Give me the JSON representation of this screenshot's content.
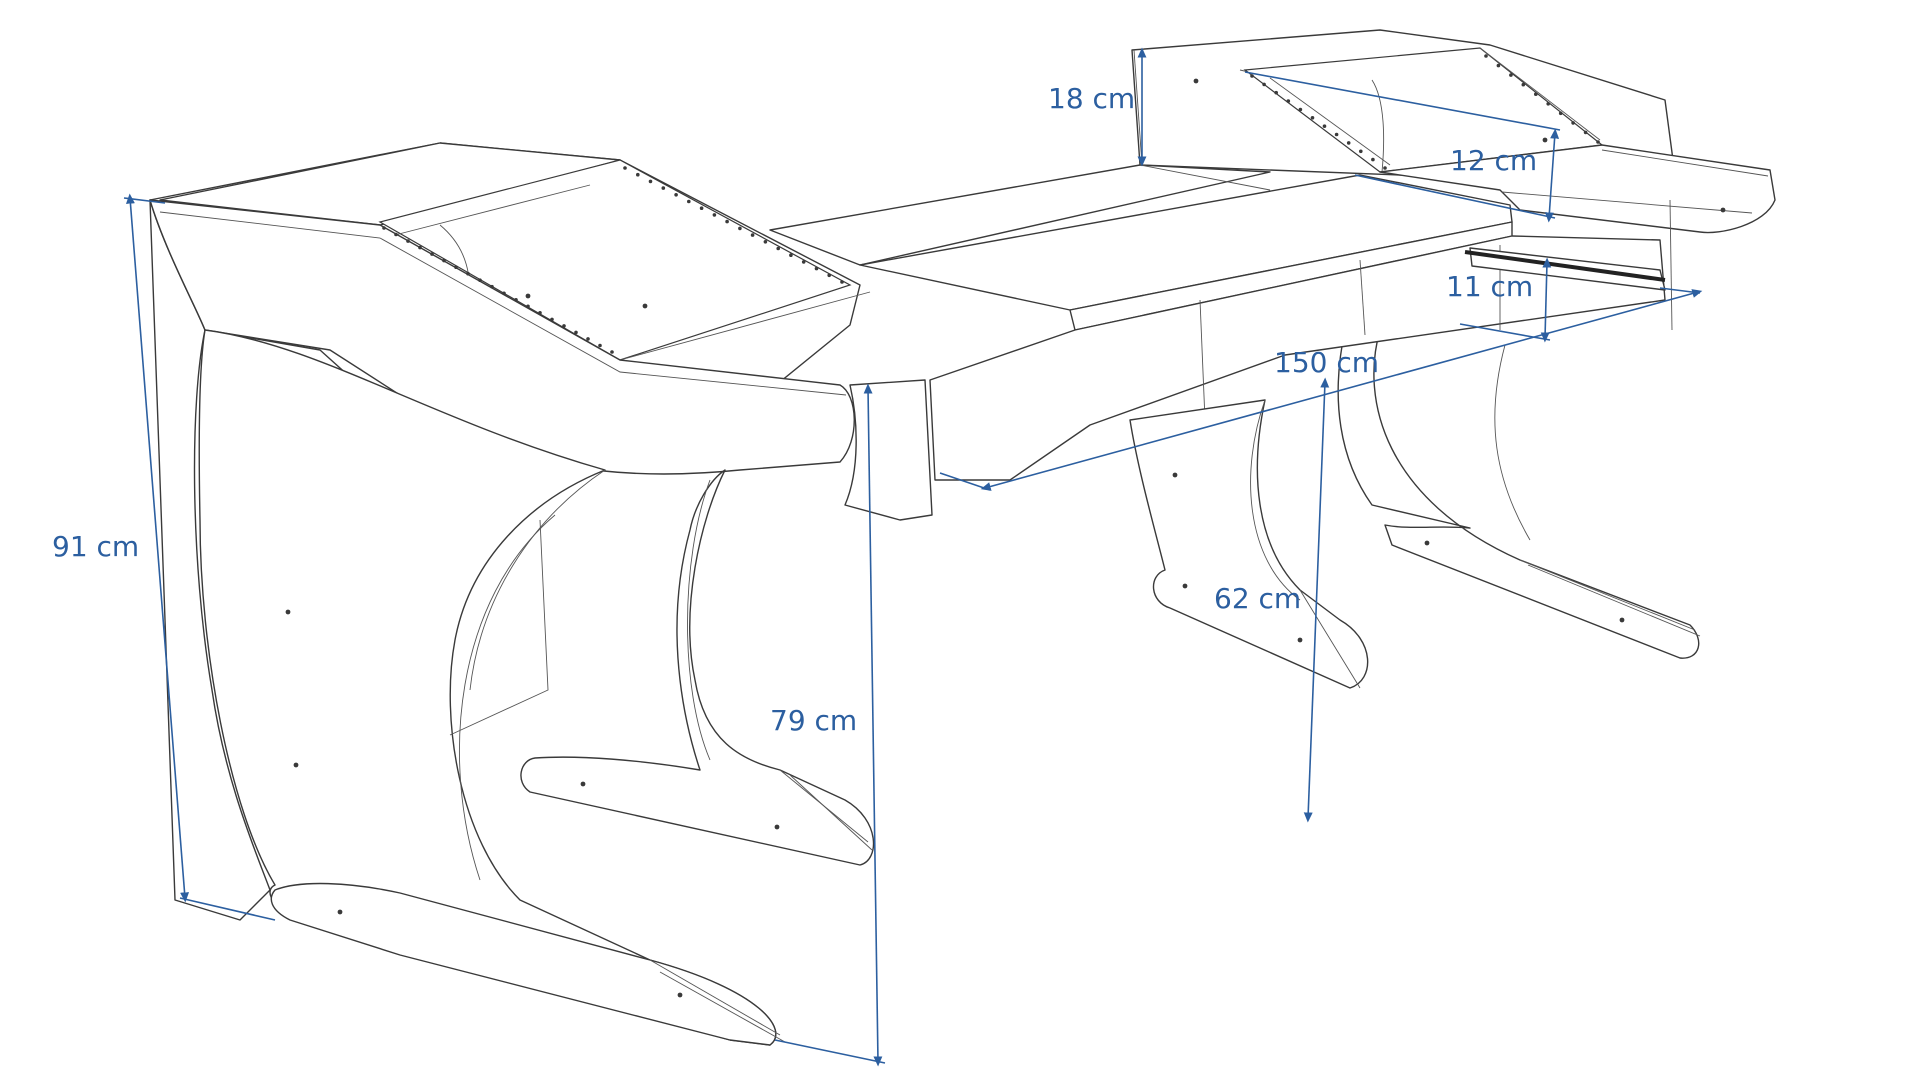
{
  "figure": {
    "subject": "studio-desk",
    "accent_color": "#2c5fa0",
    "line_color": "#3a3a3a"
  },
  "dimensions": {
    "total_height": "91 cm",
    "desk_height": "79 cm",
    "riser_height": "18 cm",
    "rack_depth": "12 cm",
    "drawer_height": "11 cm",
    "drawer_width": "150 cm",
    "legroom_height": "62 cm"
  }
}
